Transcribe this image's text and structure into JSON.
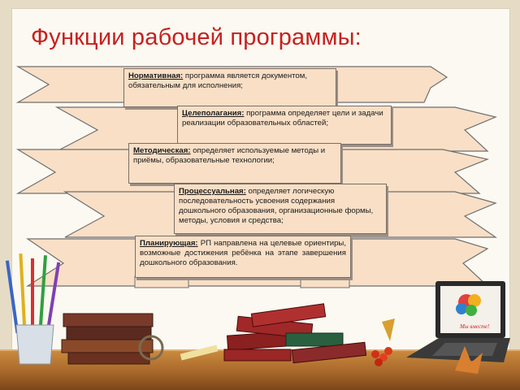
{
  "title": "Функции рабочей программы:",
  "functions": [
    {
      "term": "Нормативная:",
      "text": "программа является документом, обязательным для исполнения;"
    },
    {
      "term": "Целеполагания:",
      "text": "программа определяет цели и задачи реализации образовательных областей;"
    },
    {
      "term": "Методическая:",
      "text": "определяет используемые методы и приёмы, образовательные технологии;"
    },
    {
      "term": "Процессуальная:",
      "text": "определяет логическую последовательность усвоения содержания дошкольного образования, организационные формы, методы, условия и средства;"
    },
    {
      "term": "Планирующая:",
      "text": "РП направлена на целевые ориентиры, возможные достижения ребёнка на этапе завершения дошкольного образования."
    }
  ],
  "laptop_screen_text": "Мы вместе!",
  "colors": {
    "title": "#c8201f",
    "ribbon": "#f8dfc6",
    "ribbon_stroke": "#6f6f6f"
  }
}
